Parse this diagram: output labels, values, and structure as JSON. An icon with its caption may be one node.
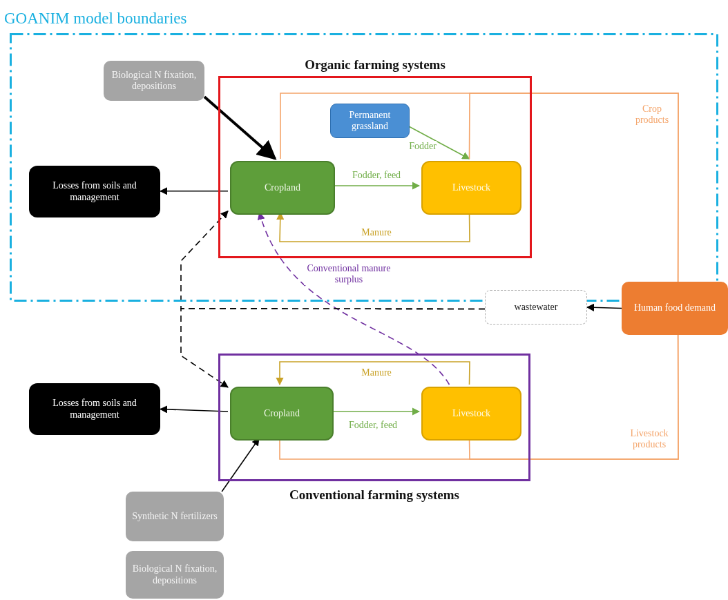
{
  "diagram": {
    "nodes": [
      {
        "text": [
          "GOANIM model boundaries"
        ]
      },
      {
        "text": [
          "Biological N fixation, depositions"
        ],
        "in": 0
      },
      {
        "text": [
          "Organic farming systems"
        ],
        "in": 0
      },
      {
        "text": [
          "Permanent grassland"
        ],
        "in": 2
      },
      {
        "text": [
          "Cropland"
        ],
        "in": 2
      },
      {
        "text": [
          "Livestock"
        ],
        "in": 2
      },
      {
        "text": [
          "Losses from soils and management"
        ],
        "in": 0
      },
      {
        "text": [
          "wastewater"
        ]
      },
      {
        "text": [
          "Human food demand"
        ]
      },
      {
        "text": [
          "Conventional farming systems"
        ]
      },
      {
        "text": [
          "Cropland"
        ],
        "in": 9
      },
      {
        "text": [
          "Livestock"
        ],
        "in": 9
      },
      {
        "text": [
          "Losses from soils and management"
        ]
      },
      {
        "text": [
          "Synthetic N fertilizers"
        ]
      },
      {
        "text": [
          "Biological N fixation, depositions"
        ]
      }
    ],
    "edges": [
      {
        "from": 1,
        "to": 4,
        "arrow": "to",
        "style": "thick"
      },
      {
        "from": 4,
        "to": 6,
        "arrow": "to"
      },
      {
        "from": 4,
        "to": 5,
        "arrow": "to",
        "label": "Fodder, feed",
        "color": "#70ad47"
      },
      {
        "from": 3,
        "to": 5,
        "arrow": "to",
        "label": "Fodder",
        "color": "#70ad47"
      },
      {
        "from": 5,
        "to": 4,
        "arrow": "to",
        "label": "Manure",
        "color": "#c9a227"
      },
      {
        "from": 11,
        "to": 4,
        "arrow": "to",
        "label": "Conventional manure surplus",
        "style": "dashed",
        "color": "#7030a0"
      },
      {
        "from": 8,
        "to": 7,
        "arrow": "to"
      },
      {
        "from": 7,
        "to": 10,
        "arrow": "to",
        "style": "dashed"
      },
      {
        "from": 7,
        "to": 4,
        "arrow": "to",
        "style": "dashed"
      },
      {
        "from": 11,
        "to": 10,
        "arrow": "to",
        "label": "Manure",
        "color": "#c9a227"
      },
      {
        "from": 10,
        "to": 11,
        "arrow": "to",
        "label": "Fodder, feed",
        "color": "#70ad47"
      },
      {
        "from": 10,
        "to": 12,
        "arrow": "to"
      },
      {
        "from": 13,
        "to": 10,
        "arrow": "to"
      },
      {
        "from": 4,
        "to": 8,
        "arrow": "none",
        "label": "Crop products",
        "color": "#f4a46a"
      },
      {
        "from": 5,
        "to": 8,
        "arrow": "none",
        "color": "#f4a46a"
      },
      {
        "from": 10,
        "to": 8,
        "arrow": "none",
        "color": "#f4a46a"
      },
      {
        "from": 11,
        "to": 8,
        "arrow": "none",
        "label": "Livestock products",
        "color": "#f4a46a"
      }
    ]
  }
}
